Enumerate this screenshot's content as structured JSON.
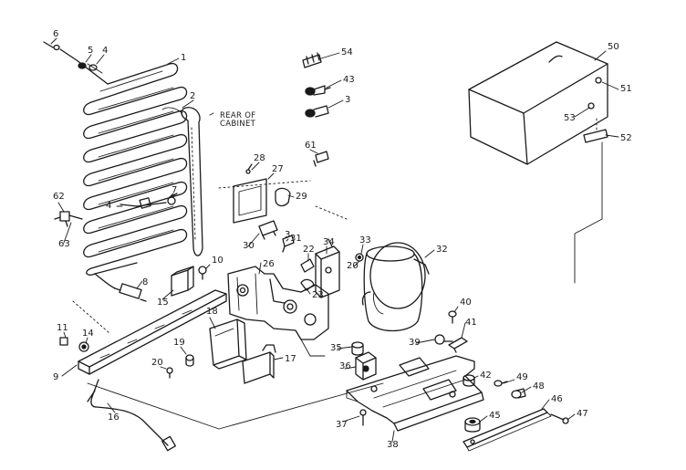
{
  "annotations": {
    "rear_of_cabinet_line1": "REAR OF",
    "rear_of_cabinet_line2": "CABINET"
  },
  "part_numbers": {
    "p1": "1",
    "p2": "2",
    "p3": "3",
    "p3b": "3",
    "p4": "4",
    "p4b": "4",
    "p5": "5",
    "p6": "6",
    "p7": "7",
    "p8": "8",
    "p9": "9",
    "p10": "10",
    "p11": "11",
    "p14": "14",
    "p15": "15",
    "p16": "16",
    "p17": "17",
    "p18": "18",
    "p19": "19",
    "p20": "20",
    "p20b": "20",
    "p22": "22",
    "p23": "23",
    "p26": "26",
    "p27": "27",
    "p28": "28",
    "p29": "29",
    "p30": "30",
    "p31": "31",
    "p32": "32",
    "p33": "33",
    "p34": "34",
    "p35": "35",
    "p36": "36",
    "p37": "37",
    "p38": "38",
    "p39": "39",
    "p40": "40",
    "p41": "41",
    "p42": "42",
    "p43": "43",
    "p45": "45",
    "p46": "46",
    "p47": "47",
    "p48": "48",
    "p49": "49",
    "p50": "50",
    "p51": "51",
    "p52": "52",
    "p53": "53",
    "p54": "54",
    "p61": "61",
    "p62": "62",
    "p63": "63"
  }
}
